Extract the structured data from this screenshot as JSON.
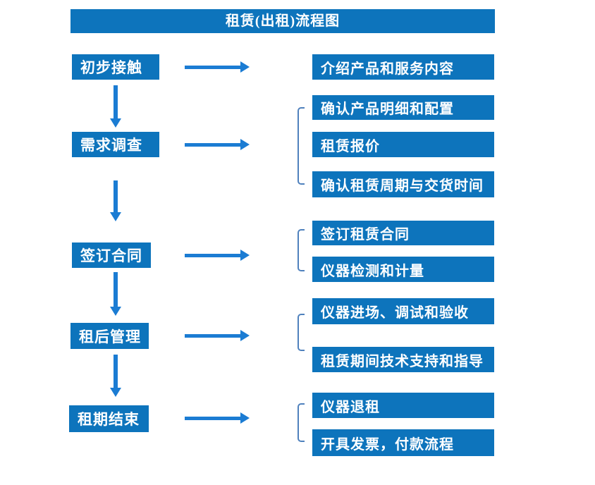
{
  "title": "租赁(出租)流程图",
  "colors": {
    "box_blue": "#0d74bc",
    "arrow_blue": "#1b7cd3",
    "bracket_blue": "#4f81bd",
    "text_white": "#ffffff"
  },
  "steps": [
    {
      "label": "初步接触",
      "outputs": [
        "介绍产品和服务内容"
      ]
    },
    {
      "label": "需求调查",
      "outputs": [
        "确认产品明细和配置",
        "租赁报价",
        "确认租赁周期与交货时间"
      ]
    },
    {
      "label": "签订合同",
      "outputs": [
        "签订租赁合同",
        "仪器检测和计量"
      ]
    },
    {
      "label": "租后管理",
      "outputs": [
        "仪器进场、调试和验收",
        "租赁期间技术支持和指导"
      ]
    },
    {
      "label": "租期结束",
      "outputs": [
        "仪器退租",
        "开具发票，付款流程"
      ]
    }
  ]
}
